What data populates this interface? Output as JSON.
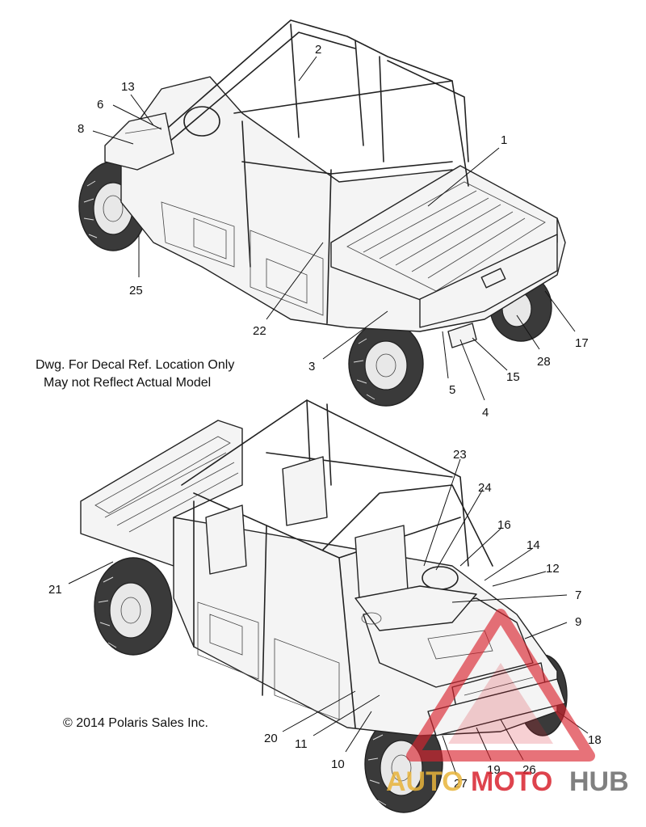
{
  "notes": {
    "line1": "Dwg. For Decal Ref. Location Only",
    "line2": "May not Reflect Actual Model",
    "copyright": "© 2014 Polaris Sales Inc."
  },
  "callouts": {
    "c1": "1",
    "c2": "2",
    "c3": "3",
    "c4": "4",
    "c5": "5",
    "c6": "6",
    "c7": "7",
    "c8": "8",
    "c9": "9",
    "c10": "10",
    "c11": "11",
    "c12": "12",
    "c13": "13",
    "c14": "14",
    "c15": "15",
    "c16": "16",
    "c17": "17",
    "c18": "18",
    "c19": "19",
    "c20": "20",
    "c21": "21",
    "c22": "22",
    "c23": "23",
    "c24": "24",
    "c25": "25",
    "c26": "26",
    "c27": "27",
    "c28": "28"
  },
  "watermark": {
    "part1": "AUTO",
    "part2": "MOTO",
    "part3": "HUB",
    "color_gold": "#e8b43a",
    "color_red": "#d9232e",
    "color_gray": "#6b6b6b"
  }
}
